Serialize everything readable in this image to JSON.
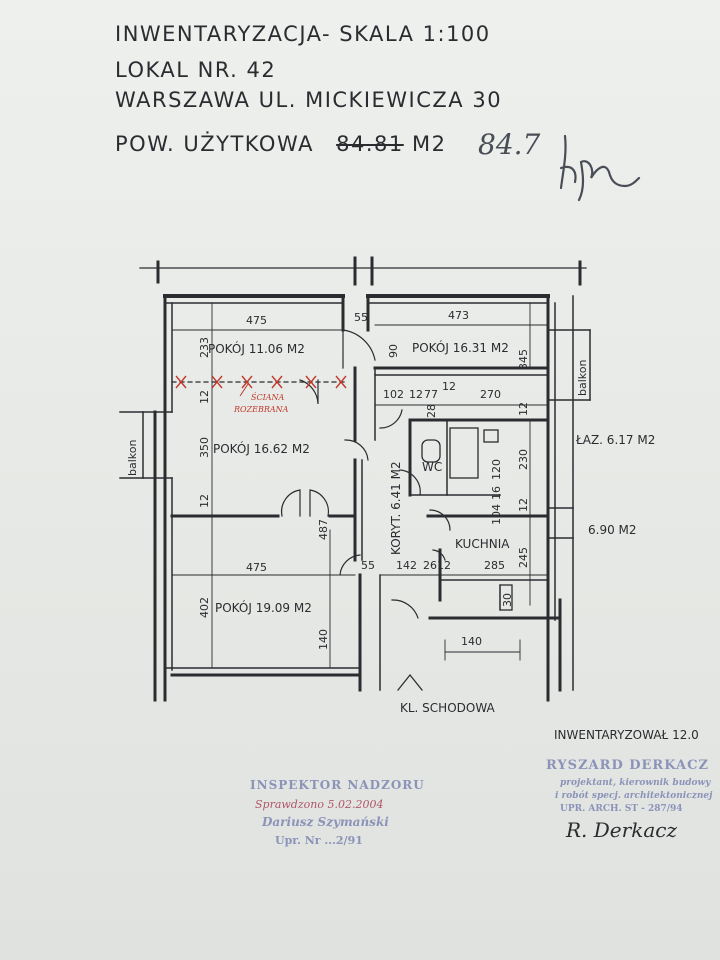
{
  "header": {
    "line1": "INWENTARYZACJA- SKALA 1:100",
    "line2": "LOKAL NR. 42",
    "line3": "WARSZAWA UL. MICKIEWICZA 30",
    "area_label": "POW. UŻYTKOWA",
    "area_value": "84.81",
    "area_unit": "M2",
    "area_corrected": "84.7"
  },
  "rooms": {
    "pokoj1": "POKÓJ 11.06 M2",
    "pokoj2": "POKÓJ 16.31 M2",
    "pokoj3": "POKÓJ 16.62 M2",
    "pokoj4": "POKÓJ 19.09 M2",
    "laz": "ŁAZ. 6.17 M2",
    "kuchnia": "KUCHNIA",
    "kuchnia_area": "6.90 M2",
    "korytarz": "KORYT. 6.41 M2",
    "wc": "WC",
    "balkon_left": "balkon",
    "balkon_right": "balkon",
    "klatka": "KL. SCHODOWA",
    "sciana_1": "ŚCIANA",
    "sciana_2": "ROZEBRANA"
  },
  "dims": {
    "d475a": "475",
    "d475b": "475",
    "d473": "473",
    "d55a": "55",
    "d55b": "55",
    "d233": "233",
    "d90": "90",
    "d345": "345",
    "d102": "102",
    "d12a": "12",
    "d77": "77",
    "d12b": "12",
    "d270": "270",
    "d12c": "12",
    "d12d": "12",
    "d12e": "12",
    "d12f": "12",
    "d12g": "12",
    "d28": "28",
    "d350": "350",
    "d120": "120",
    "d230": "230",
    "d104": "104",
    "d16": "16",
    "d487": "487",
    "d142": "142",
    "d26": "26",
    "d285": "285",
    "d245": "245",
    "d402": "402",
    "d140a": "140",
    "d30": "30",
    "d140b": "140"
  },
  "stamps": {
    "inspektor": "INSPEKTOR NADZORU",
    "sprawdzono": "Sprawdzono 5.02.2004",
    "name": "Dariusz Szymański",
    "upr": "Upr. Nr ...2/91",
    "inwentaryzowal": "INWENTARYZOWAŁ 12.0",
    "ryszard": "RYSZARD DERKACZ",
    "projektant": "projektant, kierownik budowy",
    "roboty": "i robót specj. architektonicznej",
    "upr_arch": "UPR. ARCH. ST - 287/94",
    "signature": "R. Derkacz"
  },
  "colors": {
    "ink": "#2a2c30",
    "red": "#c0392b",
    "stamp": "#8b93b8"
  }
}
